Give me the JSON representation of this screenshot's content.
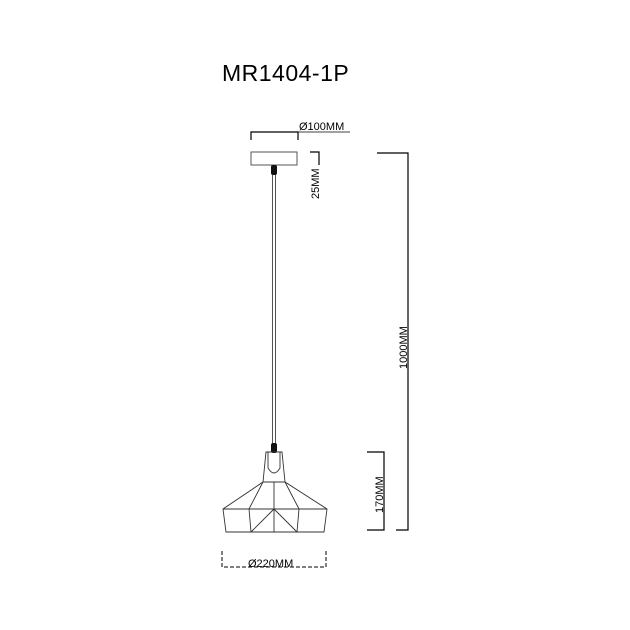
{
  "title": "MR1404-1P",
  "dimensions": {
    "canopy_diameter": "Ø100MM",
    "canopy_height": "25MM",
    "total_height": "1000MM",
    "shade_height": "170MM",
    "shade_diameter": "Ø220MM"
  },
  "colors": {
    "line": "#000000",
    "cord": "#555555",
    "background": "#ffffff"
  }
}
